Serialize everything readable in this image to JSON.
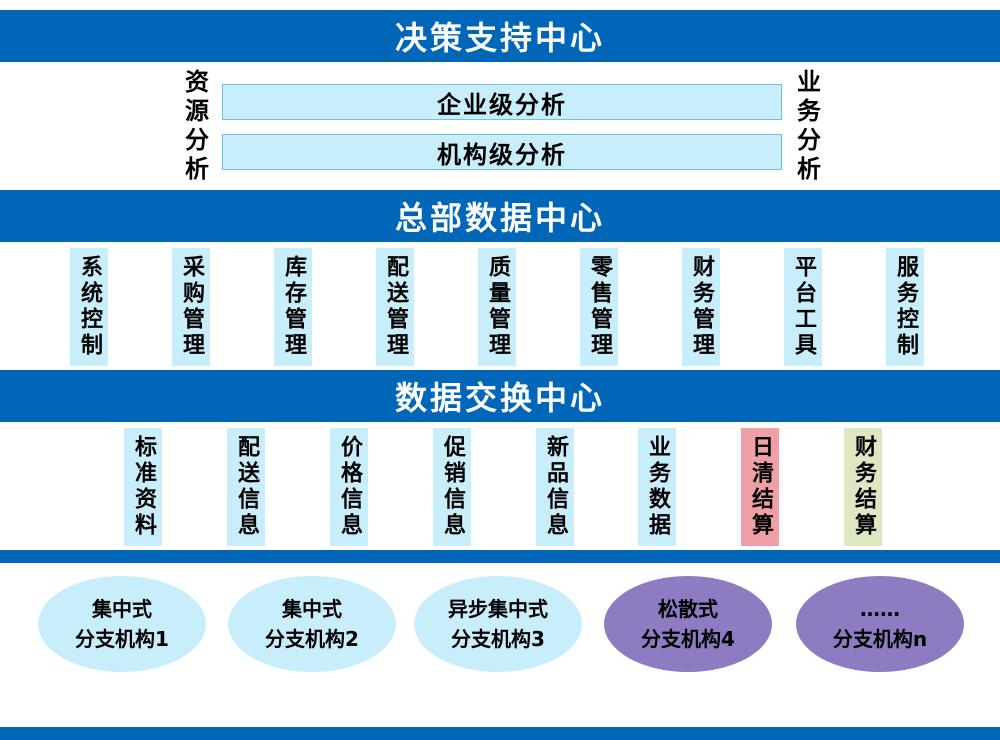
{
  "colors": {
    "banner_blue": "#0067B8",
    "light_blue": "#C9EEFB",
    "pink": "#EFA0A6",
    "green": "#DDE8C3",
    "purple": "#8E7CC3",
    "white": "#FFFFFF",
    "black": "#000000"
  },
  "banners": {
    "decision_support": "决策支持中心",
    "hq_data": "总部数据中心",
    "data_exchange": "数据交换中心"
  },
  "analysis": {
    "left_label": "资源分析",
    "right_label": "业务分析",
    "bars": [
      "企业级分析",
      "机构级分析"
    ]
  },
  "hq_modules": [
    "系统控制",
    "采购管理",
    "库存管理",
    "配送管理",
    "质量管理",
    "零售管理",
    "财务管理",
    "平台工具",
    "服务控制"
  ],
  "exchange_modules": [
    {
      "label": "标准资料",
      "color": "light_blue"
    },
    {
      "label": "配送信息",
      "color": "light_blue"
    },
    {
      "label": "价格信息",
      "color": "light_blue"
    },
    {
      "label": "促销信息",
      "color": "light_blue"
    },
    {
      "label": "新品信息",
      "color": "light_blue"
    },
    {
      "label": "业务数据",
      "color": "light_blue"
    },
    {
      "label": "日清结算",
      "color": "pink"
    },
    {
      "label": "财务结算",
      "color": "green"
    }
  ],
  "branches": [
    {
      "type": "集中式",
      "name": "分支机构1",
      "color": "light_blue"
    },
    {
      "type": "集中式",
      "name": "分支机构2",
      "color": "light_blue"
    },
    {
      "type": "异步集中式",
      "name": "分支机构3",
      "color": "light_blue"
    },
    {
      "type": "松散式",
      "name": "分支机构4",
      "color": "purple"
    },
    {
      "type": "……",
      "name": "分支机构n",
      "color": "purple"
    }
  ]
}
